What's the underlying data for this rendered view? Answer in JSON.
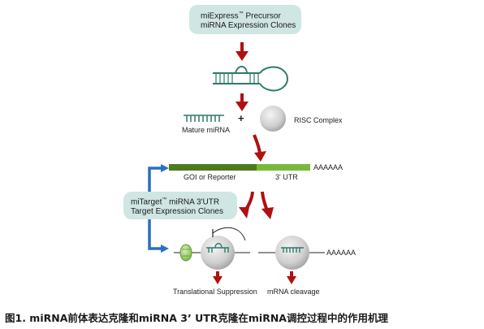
{
  "boxes": {
    "precursor": {
      "brand": "miExpress",
      "tm": "™",
      "line1_rest": " Precursor",
      "line2": "miRNA Expression Clones"
    },
    "target": {
      "brand": "miTarget",
      "tm": "™",
      "line1_rest": " miRNA 3'UTR",
      "line2": "Target Expression Clones"
    }
  },
  "labels": {
    "mature_mirna": "Mature miRNA",
    "plus": "+",
    "risc_complex": "RISC Complex",
    "goi_reporter": "GOI or Reporter",
    "utr": "3' UTR",
    "poly_a": "AAAAAA",
    "poly_a_cleavage": "AAAAAA",
    "translational_suppression": "Translational Suppression",
    "mrna_cleavage": "mRNA cleavage"
  },
  "caption": "图1. miRNA前体表达克隆和miRNA 3’ UTR克隆在miRNA调控过程中的作用机理",
  "colors": {
    "box_fill": "#cfe6e3",
    "arrow_red": "#b01010",
    "arrow_blue": "#2a6fc0",
    "rna_teal": "#2d7a6a",
    "goi_dark_green": "#4e7a1e",
    "utr_green": "#7ab83a",
    "risc_gray": "#d0d0d0",
    "ribosome_green": "#8fc85a"
  }
}
